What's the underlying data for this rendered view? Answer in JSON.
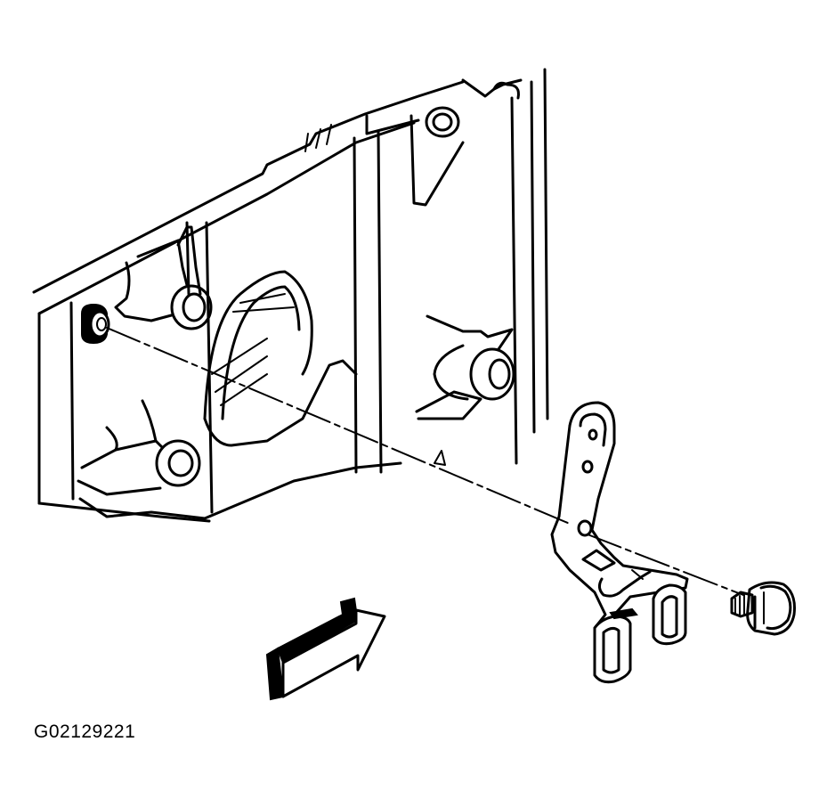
{
  "figure": {
    "code": "G02129221"
  },
  "colors": {
    "ink": "#000000",
    "paper": "#ffffff"
  },
  "parts": [
    {
      "name": "engine-block-housing"
    },
    {
      "name": "mounting-bracket"
    },
    {
      "name": "bolt"
    },
    {
      "name": "view-arrow"
    }
  ]
}
